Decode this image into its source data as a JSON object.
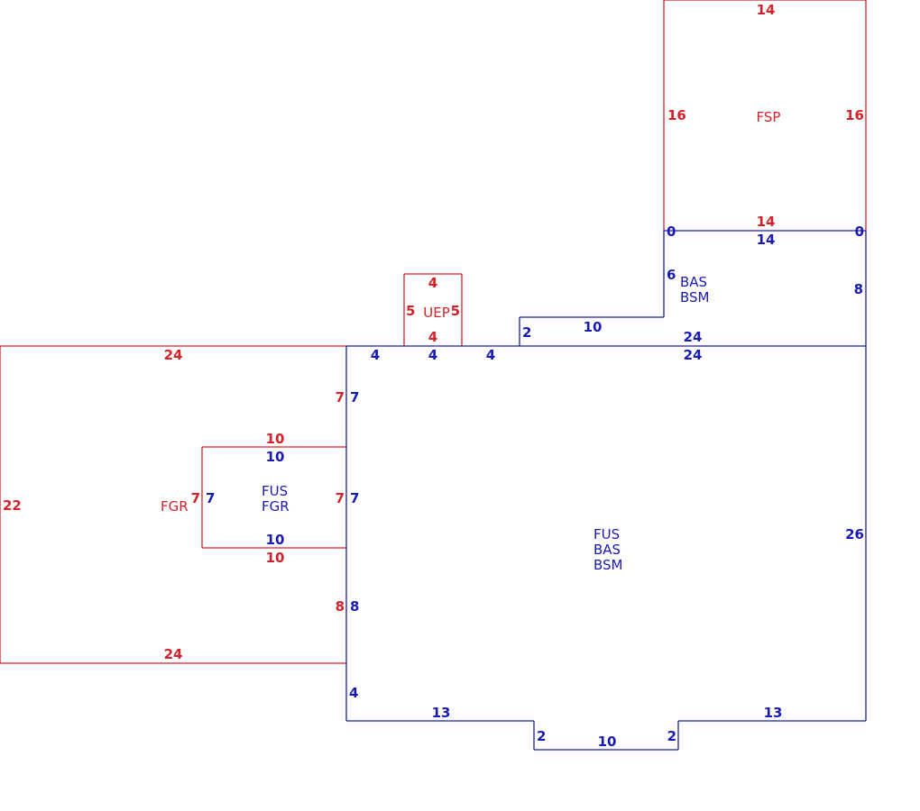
{
  "colors": {
    "red": "#d2232a",
    "blue": "#1a1ab4"
  },
  "areas": [
    {
      "id": "fsp",
      "color": "red",
      "lines": [
        "FSP"
      ]
    },
    {
      "id": "bas-bsm-upper",
      "color": "blue",
      "lines": [
        "BAS",
        "BSM"
      ]
    },
    {
      "id": "uep",
      "color": "red",
      "lines": [
        "UEP"
      ]
    },
    {
      "id": "fgr",
      "color": "red",
      "lines": [
        "FGR"
      ]
    },
    {
      "id": "fus-fgr",
      "color": "blue",
      "lines": [
        "FUS",
        "FGR"
      ]
    },
    {
      "id": "fus-bas-bsm",
      "color": "blue",
      "lines": [
        "FUS",
        "BAS",
        "BSM"
      ]
    }
  ],
  "dimensions": [
    {
      "id": "fsp-top",
      "color": "red",
      "text": "14"
    },
    {
      "id": "fsp-left",
      "color": "red",
      "text": "16"
    },
    {
      "id": "fsp-right",
      "color": "red",
      "text": "16"
    },
    {
      "id": "fsp-bottom",
      "color": "red",
      "text": "14"
    },
    {
      "id": "bas-top",
      "color": "blue",
      "text": "14"
    },
    {
      "id": "bas-top-left-zero",
      "color": "blue",
      "text": "0"
    },
    {
      "id": "bas-top-right-zero",
      "color": "blue",
      "text": "0"
    },
    {
      "id": "bas-left",
      "color": "blue",
      "text": "6"
    },
    {
      "id": "bas-right",
      "color": "blue",
      "text": "8"
    },
    {
      "id": "bas-step-top",
      "color": "blue",
      "text": "10"
    },
    {
      "id": "bas-step-side",
      "color": "blue",
      "text": "2"
    },
    {
      "id": "bas-bottom",
      "color": "blue",
      "text": "24"
    },
    {
      "id": "main-top",
      "color": "blue",
      "text": "24"
    },
    {
      "id": "uep-top",
      "color": "red",
      "text": "4"
    },
    {
      "id": "uep-left",
      "color": "red",
      "text": "5"
    },
    {
      "id": "uep-right",
      "color": "red",
      "text": "5"
    },
    {
      "id": "uep-bottom",
      "color": "red",
      "text": "4"
    },
    {
      "id": "main-top-seg1",
      "color": "blue",
      "text": "4"
    },
    {
      "id": "main-top-seg2",
      "color": "blue",
      "text": "4"
    },
    {
      "id": "main-top-seg3",
      "color": "blue",
      "text": "4"
    },
    {
      "id": "fgr-top",
      "color": "red",
      "text": "24"
    },
    {
      "id": "fgr-left",
      "color": "red",
      "text": "22"
    },
    {
      "id": "fgr-bottom",
      "color": "red",
      "text": "24"
    },
    {
      "id": "fgr-right-upper",
      "color": "red",
      "text": "7"
    },
    {
      "id": "main-left-upper",
      "color": "blue",
      "text": "7"
    },
    {
      "id": "fgr-right-mid",
      "color": "red",
      "text": "7"
    },
    {
      "id": "main-left-mid",
      "color": "blue",
      "text": "7"
    },
    {
      "id": "fgr-right-lower",
      "color": "red",
      "text": "8"
    },
    {
      "id": "main-left-lower",
      "color": "blue",
      "text": "8"
    },
    {
      "id": "fusfgr-top-red",
      "color": "red",
      "text": "10"
    },
    {
      "id": "fusfgr-top-blue",
      "color": "blue",
      "text": "10"
    },
    {
      "id": "fusfgr-bottom-blue",
      "color": "blue",
      "text": "10"
    },
    {
      "id": "fusfgr-bottom-red",
      "color": "red",
      "text": "10"
    },
    {
      "id": "fusfgr-left-red",
      "color": "red",
      "text": "7"
    },
    {
      "id": "fusfgr-left-blue",
      "color": "blue",
      "text": "7"
    },
    {
      "id": "main-right",
      "color": "blue",
      "text": "26"
    },
    {
      "id": "main-left-bottom",
      "color": "blue",
      "text": "4"
    },
    {
      "id": "main-bottom-left",
      "color": "blue",
      "text": "13"
    },
    {
      "id": "main-bottom-right",
      "color": "blue",
      "text": "13"
    },
    {
      "id": "bump-left",
      "color": "blue",
      "text": "2"
    },
    {
      "id": "bump-bottom",
      "color": "blue",
      "text": "10"
    },
    {
      "id": "bump-right",
      "color": "blue",
      "text": "2"
    }
  ]
}
